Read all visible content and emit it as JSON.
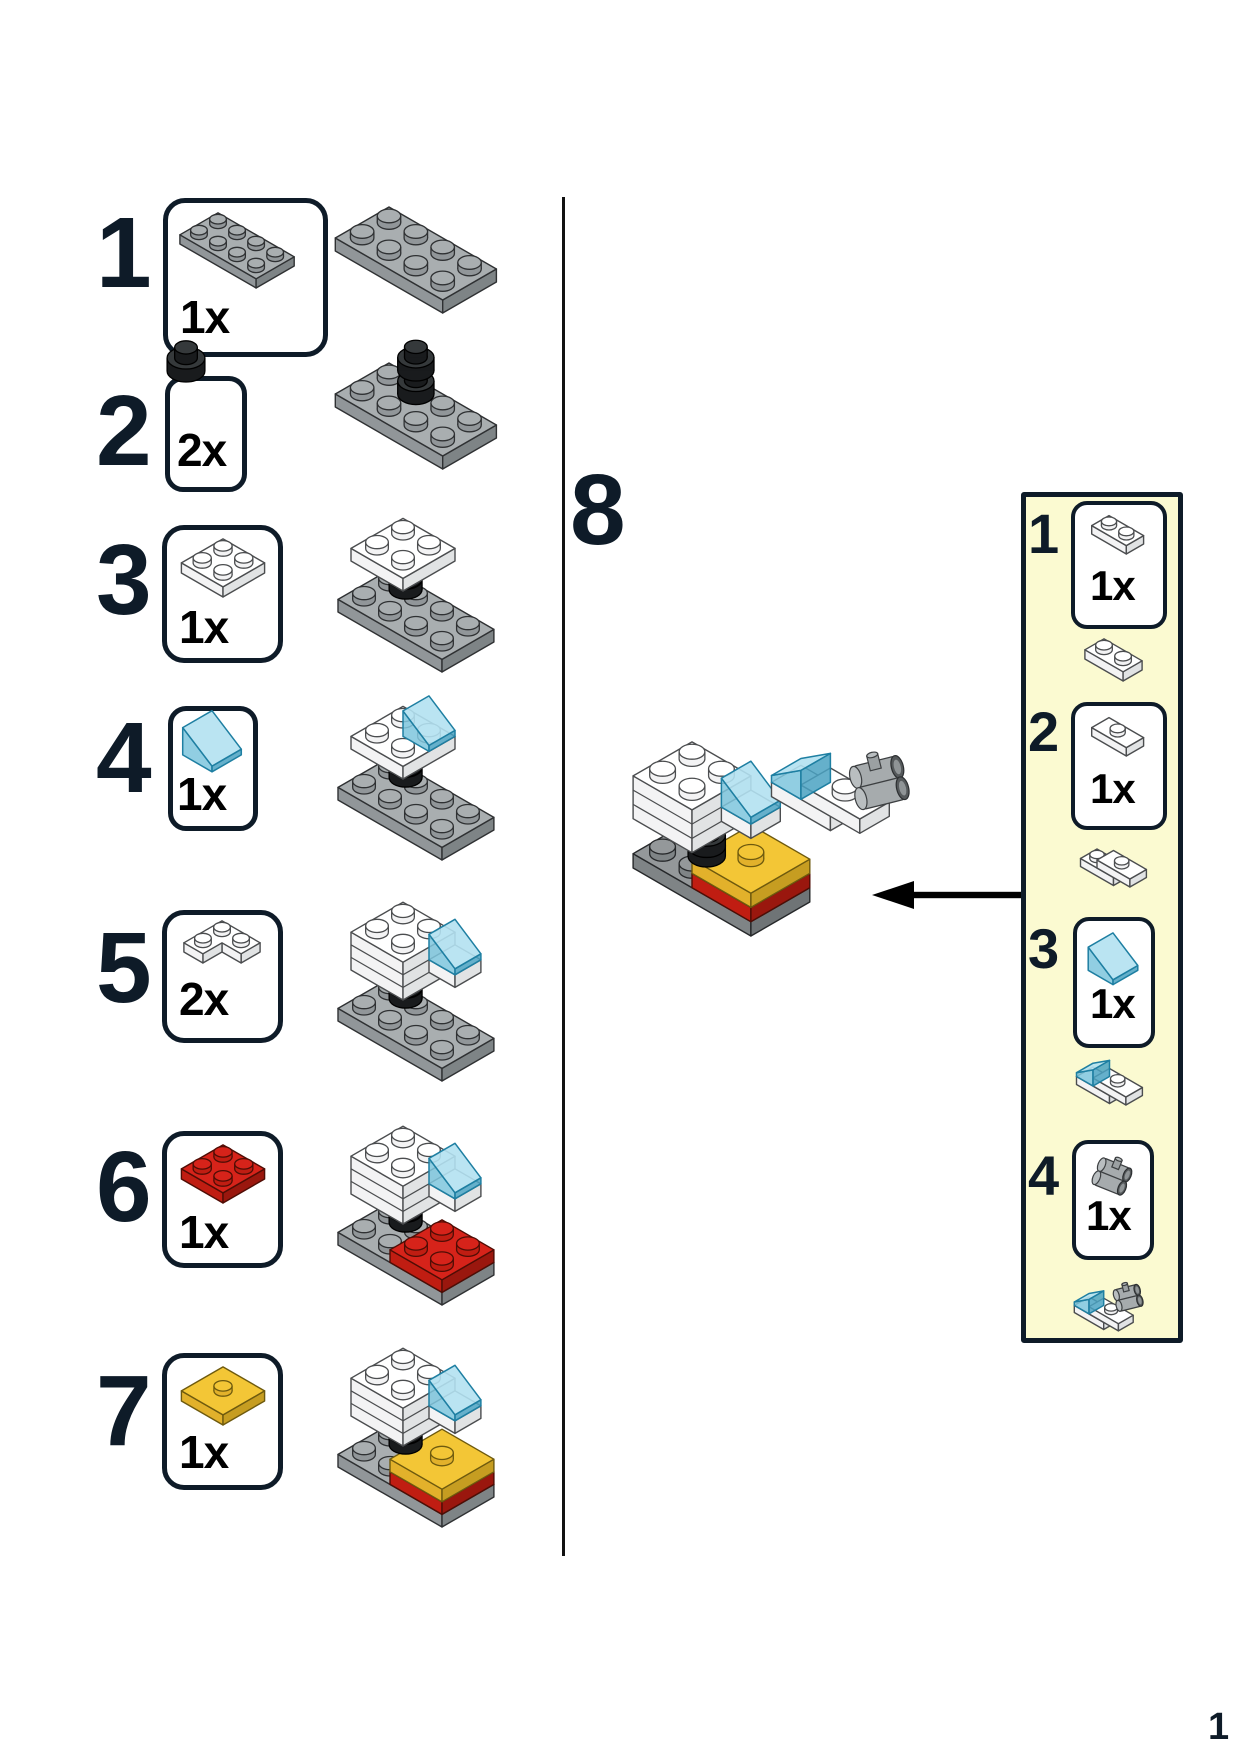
{
  "page": {
    "number": "1"
  },
  "colors": {
    "ink": "#0e1b28",
    "label": "#000000",
    "paper": "#ffffff",
    "callout_bg": "#fbfad1",
    "divider": "#111111",
    "gray": "#a9aeb0",
    "dark_gray": "#94989a",
    "white_part": "#ffffff",
    "black_part": "#191b1d",
    "red": "#d6231a",
    "yellow": "#f3c636",
    "trans_blue": "#7ec5dd",
    "binocular_gray": "#a6abad"
  },
  "steps": [
    {
      "number": "1",
      "quantity": "1x",
      "part": "plate-2x4-gray",
      "assembly": "gray-2x4-plate"
    },
    {
      "number": "2",
      "quantity": "2x",
      "part": "round-plate-1x1-black",
      "assembly": "base-with-black-round-plates"
    },
    {
      "number": "3",
      "quantity": "1x",
      "part": "plate-2x2-white",
      "assembly": "white-plate-above-base"
    },
    {
      "number": "4",
      "quantity": "1x",
      "part": "slope-45-trans-blue",
      "assembly": "white-plate-with-blue-slope-above-base"
    },
    {
      "number": "5",
      "quantity": "2x",
      "part": "corner-plate-2x2-white",
      "assembly": "white-tower-above-base"
    },
    {
      "number": "6",
      "quantity": "1x",
      "part": "plate-2x2-red",
      "assembly": "tower-above-base-with-red-plate"
    },
    {
      "number": "7",
      "quantity": "1x",
      "part": "jumper-plate-2x2-yellow",
      "assembly": "tower-above-base-with-red-and-yellow"
    }
  ],
  "step8": {
    "number": "8",
    "assembly": "final-model-with-binocular-subassembly",
    "callout": {
      "substeps": [
        {
          "number": "1",
          "quantity": "1x",
          "part": "plate-1x2-white",
          "preview": "plate-1x2-white"
        },
        {
          "number": "2",
          "quantity": "1x",
          "part": "jumper-plate-1x2-white",
          "preview": "stepped-white-plates"
        },
        {
          "number": "3",
          "quantity": "1x",
          "part": "slope-45-trans-blue",
          "preview": "slope-on-white-plates"
        },
        {
          "number": "4",
          "quantity": "1x",
          "part": "binoculars-gray",
          "preview": "subassembly-complete"
        }
      ]
    }
  }
}
